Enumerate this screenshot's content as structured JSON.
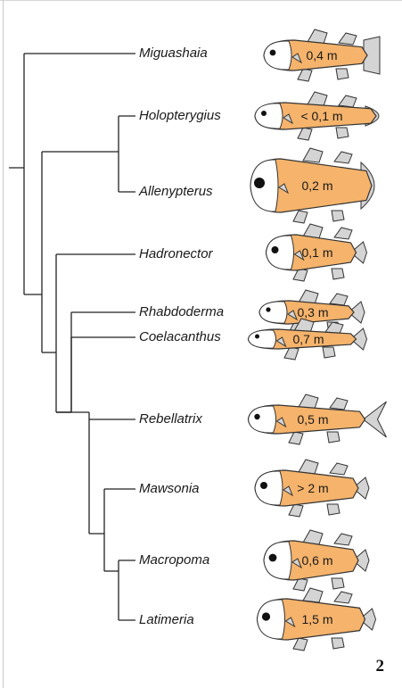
{
  "taxa": [
    {
      "name": "Miguashaia",
      "size": "0,4 m"
    },
    {
      "name": "Holopterygius",
      "size": "< 0,1 m"
    },
    {
      "name": "Allenypterus",
      "size": "0,2 m"
    },
    {
      "name": "Hadronector",
      "size": "0,1 m"
    },
    {
      "name": "Rhabdoderma",
      "size": "0,3 m"
    },
    {
      "name": "Coelacanthus",
      "size": "0,7 m"
    },
    {
      "name": "Rebellatrix",
      "size": "0,5 m"
    },
    {
      "name": "Mawsonia",
      "size": "> 2 m"
    },
    {
      "name": "Macropoma",
      "size": "0,6 m"
    },
    {
      "name": "Latimeria",
      "size": "1,5 m"
    }
  ],
  "panel_label": "2",
  "colors": {
    "body": "#f5b36b",
    "fin": "#d4d4d4",
    "head": "#ffffff",
    "outline": "#333333",
    "tree": "#222222"
  }
}
